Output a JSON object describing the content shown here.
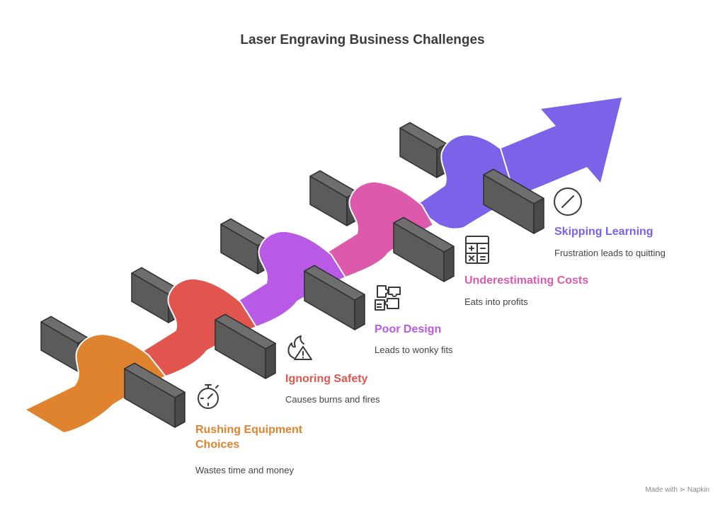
{
  "title": "Laser Engraving Business Challenges",
  "colors": {
    "block_front": "#5b5b5b",
    "block_top": "#6e6e6e",
    "block_side": "#4a4a4a",
    "block_edge": "#2f2f2f"
  },
  "steps": [
    {
      "title": "Rushing Equipment Choices",
      "desc": "Wastes time and money",
      "color": "#e0832f",
      "icon": "stopwatch-icon"
    },
    {
      "title": "Ignoring Safety",
      "desc": "Causes burns and fires",
      "color": "#e2554f",
      "icon": "fire-warning-icon"
    },
    {
      "title": "Poor Design",
      "desc": "Leads to wonky fits",
      "color": "#b95ae6",
      "icon": "puzzle-icon"
    },
    {
      "title": "Underestimating Costs",
      "desc": "Eats into profits",
      "color": "#dd59ac",
      "icon": "calculator-icon"
    },
    {
      "title": "Skipping Learning",
      "desc": "Frustration leads to quitting",
      "color": "#7b62e8",
      "icon": "forbidden-icon"
    }
  ],
  "footer": "Made with ⋗ Napkin"
}
